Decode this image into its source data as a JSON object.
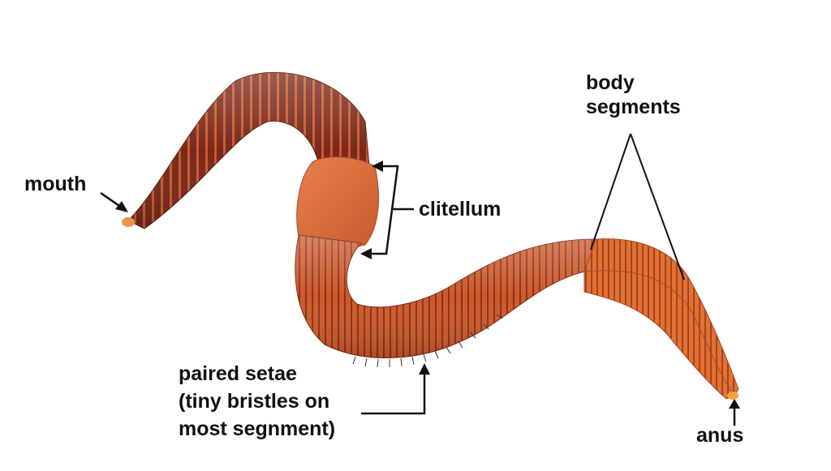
{
  "labels": {
    "mouth": "mouth",
    "clitellum": "clitellum",
    "body_segments_line1": "body",
    "body_segments_line2": "segments",
    "setae_line1": "paired setae",
    "setae_line2": "(tiny bristles on",
    "setae_line3": "most segnment)",
    "anus": "anus"
  },
  "colors": {
    "head_dark": "#6e2214",
    "head_mid": "#9a3a22",
    "ring_light": "#d4683c",
    "clitellum": "#e0703c",
    "body_main": "#d8622e",
    "body_light": "#ee8a44",
    "tail_tip": "#f2a040",
    "annotation": "#111111"
  }
}
